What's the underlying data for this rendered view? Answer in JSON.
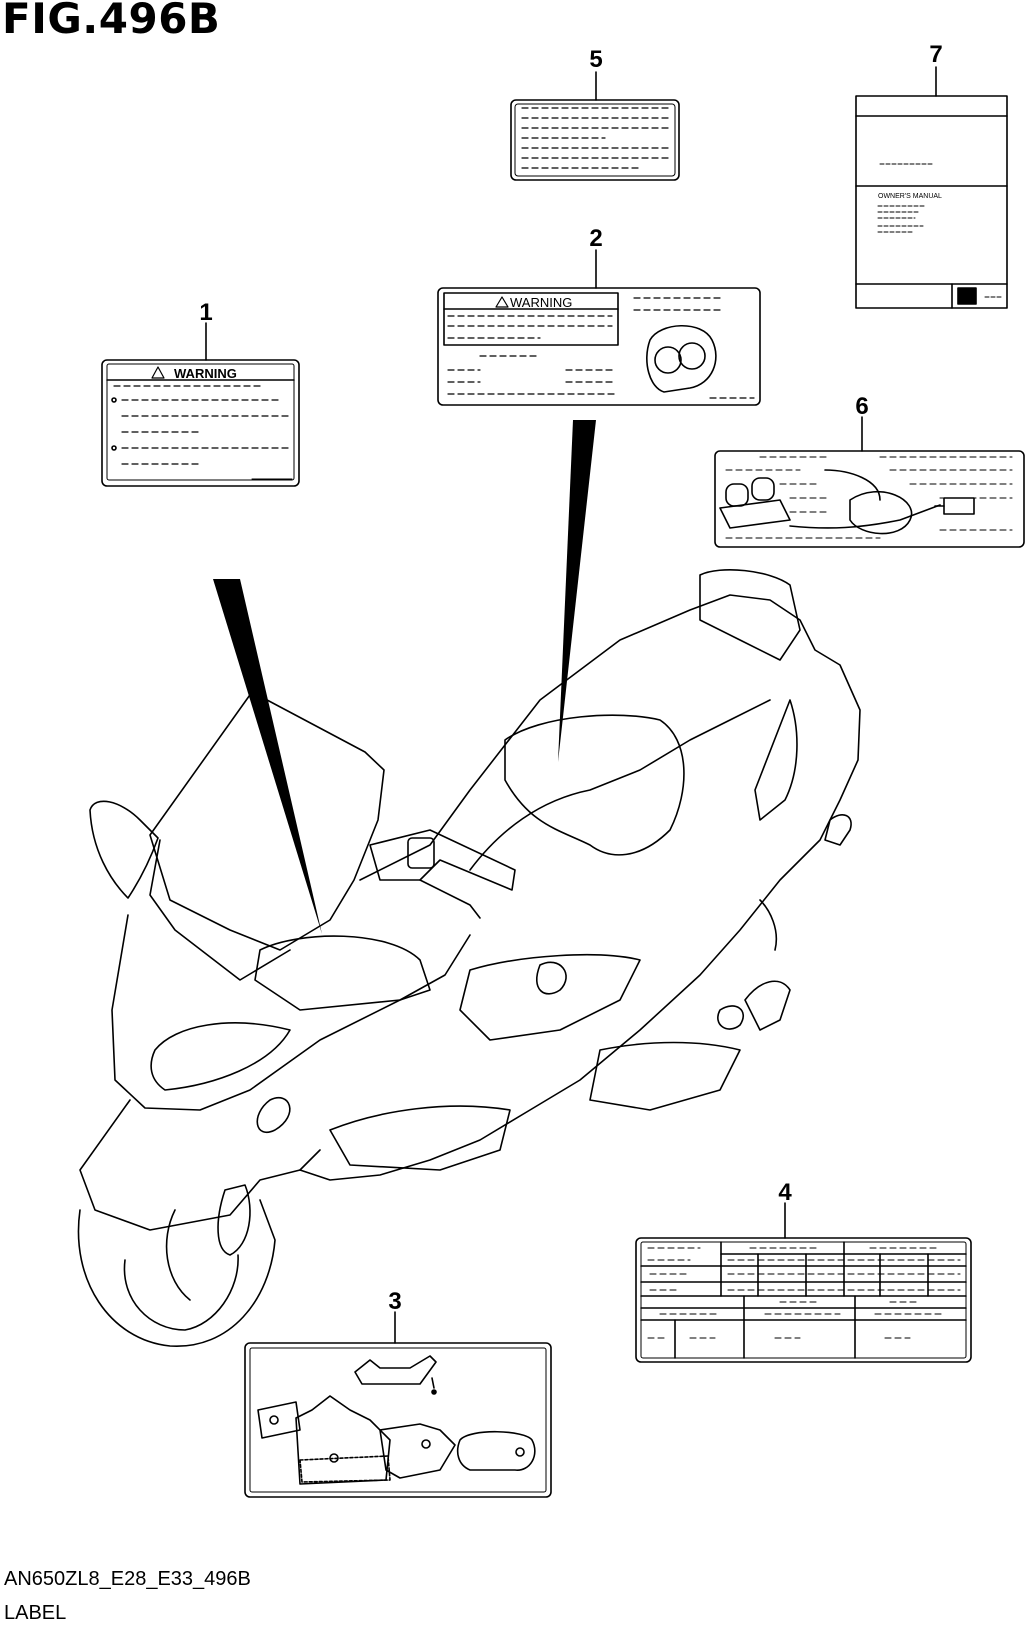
{
  "figure": {
    "title": "FIG.496B",
    "code": "AN650ZL8_E28_E33_496B",
    "caption": "LABEL"
  },
  "callouts": [
    {
      "number": "1",
      "label_text": "WARNING"
    },
    {
      "number": "2",
      "label_text": "WARNING"
    },
    {
      "number": "3"
    },
    {
      "number": "4"
    },
    {
      "number": "5"
    },
    {
      "number": "6"
    },
    {
      "number": "7",
      "label_text": "OWNER'S MANUAL"
    }
  ],
  "colors": {
    "line": "#000000",
    "background": "#ffffff"
  }
}
